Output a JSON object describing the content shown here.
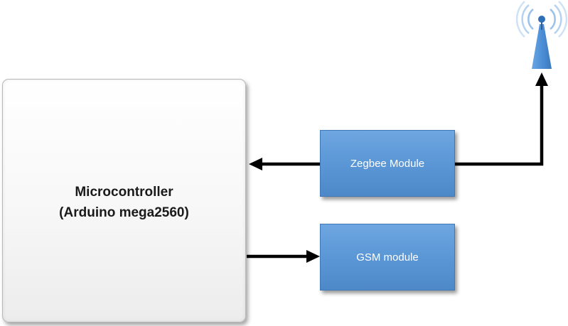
{
  "microcontroller": {
    "line1": "Microcontroller",
    "line2": "(Arduino mega2560)"
  },
  "zigbee_module": {
    "label": "Zegbee Module"
  },
  "gsm_module": {
    "label": "GSM module"
  },
  "antenna": {
    "icon": "antenna-signal-icon",
    "body_color": "#4d8fd6",
    "wave_color": "#9cc2ea"
  },
  "colors": {
    "module_fill": "#5b97d6",
    "arrow": "#000000"
  }
}
